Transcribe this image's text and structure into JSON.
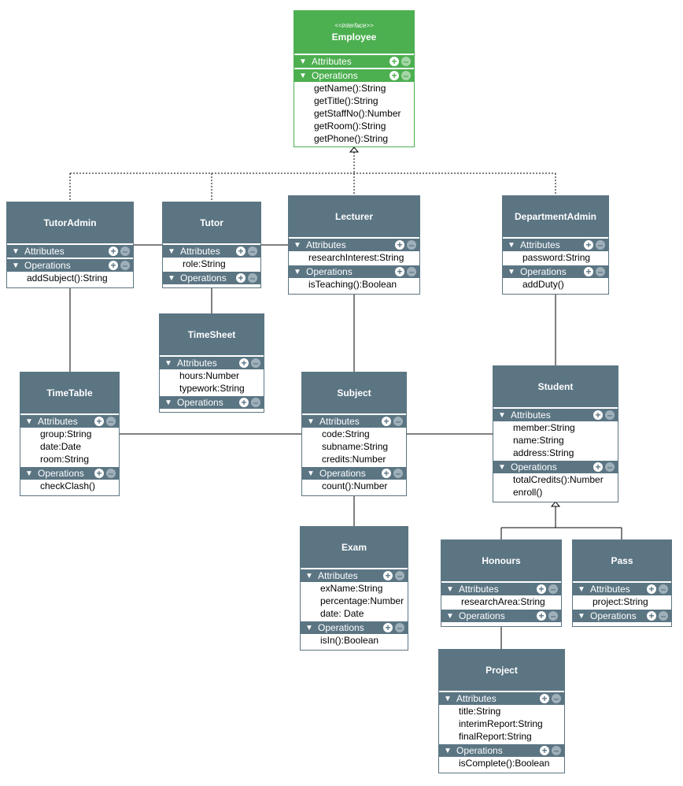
{
  "colors": {
    "class_header": "#5b7583",
    "interface_header": "#4caf50",
    "line": "#000000"
  },
  "section_labels": {
    "attributes": "Attributes",
    "operations": "Operations"
  },
  "icons": {
    "collapse": "triangle-down-icon",
    "add": "plus-circle-icon",
    "remove": "minus-circle-icon"
  },
  "classes": {
    "employee": {
      "stereotype": "<<interface>>",
      "name": "Employee",
      "attributes": [],
      "operations": [
        "getName():String",
        "getTitle():String",
        "getStaffNo():Number",
        "getRoom():String",
        "getPhone():String"
      ]
    },
    "tutoradmin": {
      "name": "TutorAdmin",
      "attributes": [],
      "operations": [
        "addSubject():String"
      ]
    },
    "tutor": {
      "name": "Tutor",
      "attributes": [
        "role:String"
      ],
      "operations": []
    },
    "lecturer": {
      "name": "Lecturer",
      "attributes": [
        "researchInterest:String"
      ],
      "operations": [
        "isTeaching():Boolean"
      ]
    },
    "departmentadmin": {
      "name": "DepartmentAdmin",
      "attributes": [
        "password:String"
      ],
      "operations": [
        "addDuty()"
      ]
    },
    "timesheet": {
      "name": "TimeSheet",
      "attributes": [
        "hours:Number",
        "typework:String"
      ],
      "operations": []
    },
    "timetable": {
      "name": "TimeTable",
      "attributes": [
        "group:String",
        "date:Date",
        "room:String"
      ],
      "operations": [
        "checkClash()"
      ]
    },
    "subject": {
      "name": "Subject",
      "attributes": [
        "code:String",
        "subname:String",
        "credits:Number"
      ],
      "operations": [
        "count():Number"
      ]
    },
    "student": {
      "name": "Student",
      "attributes": [
        "member:String",
        "name:String",
        "address:String"
      ],
      "operations": [
        "totalCredits():Number",
        "enroll()"
      ]
    },
    "exam": {
      "name": "Exam",
      "attributes": [
        "exName:String",
        "percentage:Number",
        "date: Date"
      ],
      "operations": [
        "isIn():Boolean"
      ]
    },
    "honours": {
      "name": "Honours",
      "attributes": [
        "researchArea:String"
      ],
      "operations": []
    },
    "pass": {
      "name": "Pass",
      "attributes": [
        "project:String"
      ],
      "operations": []
    },
    "project": {
      "name": "Project",
      "attributes": [
        "title:String",
        "interimReport:String",
        "finalReport:String"
      ],
      "operations": [
        "isComplete():Boolean"
      ]
    }
  }
}
